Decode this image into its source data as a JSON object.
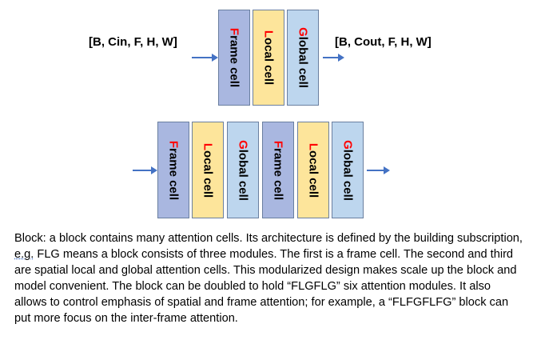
{
  "top_block": {
    "input_shape": "[B, Cin, F,  H, W]",
    "output_shape": "[B, Cout, F,  H, W]",
    "cells": [
      {
        "initial": "F",
        "rest": "rame cell"
      },
      {
        "initial": "L",
        "rest": "ocal cell"
      },
      {
        "initial": "G",
        "rest": "lobal cell"
      }
    ]
  },
  "bottom_block": {
    "cells": [
      {
        "initial": "F",
        "rest": "rame cell"
      },
      {
        "initial": "L",
        "rest": "ocal cell"
      },
      {
        "initial": "G",
        "rest": "lobal cell"
      },
      {
        "initial": "F",
        "rest": "rame cell"
      },
      {
        "initial": "L",
        "rest": "ocal cell"
      },
      {
        "initial": "G",
        "rest": "lobal cell"
      }
    ]
  },
  "description": {
    "part1": "Block: a block contains many attention cells. Its architecture is defined by the building subscription, ",
    "eg": "e.g.",
    "part2": " FLG means a block consists of three modules. The first is a frame cell. The second and third are spatial local and global attention cells. This modularized design makes scale up the block and model convenient. The block can be doubled to hold “FLGFLG” six attention modules. It also allows to control emphasis of spatial and frame attention; for example, a “FLFGFLFG” block can put more focus on the inter-frame attention."
  },
  "colors": {
    "frame_cell": "#a9b7e0",
    "local_cell": "#fde59b",
    "global_cell": "#bdd6ee",
    "initial_letter": "#ff0000",
    "arrow": "#4472c4"
  }
}
